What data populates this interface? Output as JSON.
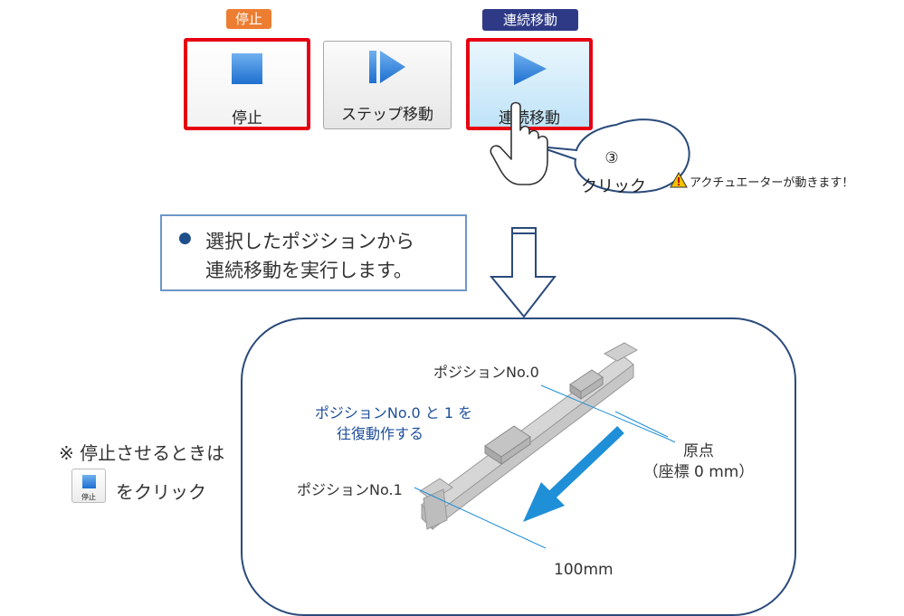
{
  "tags": {
    "stop": "停止",
    "continuous": "連続移動"
  },
  "toolbar": {
    "stop_label": "停止",
    "step_label": "ステップ移動",
    "continuous_label": "連続移動"
  },
  "step_bubble": {
    "number": "③",
    "text": "クリック"
  },
  "caution": "アクチュエーターが動きます！",
  "explain": {
    "bullet": "●",
    "line1": "選択したポジションから",
    "line2": "連続移動を実行します。"
  },
  "note": {
    "line1": "※ 停止させるときは",
    "mini_button_label": "停止",
    "line2": "をクリック"
  },
  "diagram": {
    "pos0": "ポジションNo.0",
    "pos1": "ポジションNo.1",
    "reciprocate_line1": "ポジションNo.0 と 1 を",
    "reciprocate_line2": "往復動作する",
    "origin_line1": "原点",
    "origin_line2": "（座標 0 mm）",
    "distance": "100mm"
  },
  "colors": {
    "stop_tag": "#ed7d31",
    "continuous_tag": "#2f3a86",
    "highlight_border": "#e60012",
    "arrow_blue": "#1f8fd8",
    "panel_border": "#2a4a7b"
  }
}
